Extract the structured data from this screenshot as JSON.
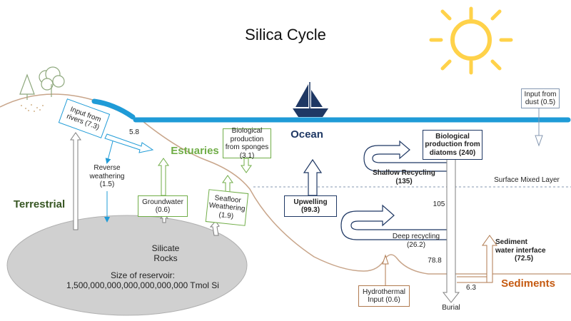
{
  "title": "Silica Cycle",
  "colors": {
    "ocean": "#1f9bd7",
    "navy": "#1f3864",
    "green": "#70ad47",
    "dark_green": "#375623",
    "brown": "#c55a11",
    "tan": "#b07a4f",
    "rock": "#d0d0d0",
    "sun": "#ffd24a"
  },
  "regions": {
    "terrestrial": "Terrestrial",
    "estuaries": "Estuaries",
    "ocean": "Ocean",
    "sediments": "Sediments",
    "surface_mixed_layer": "Surface Mixed Layer"
  },
  "rocks": {
    "name_line1": "Silicate",
    "name_line2": "Rocks",
    "reservoir_line1": "Size of reservoir:",
    "reservoir_line2": "1,500,000,000,000,000,000,000 Tmol Si"
  },
  "fluxes": {
    "input_rivers": "Input from rivers (7.3)",
    "reverse_weathering_line1": "Reverse",
    "reverse_weathering_line2": "weathering",
    "reverse_weathering_value": "(1.5)",
    "groundwater_line1": "Groundwater",
    "groundwater_value": "(0.6)",
    "seafloor_line1": "Seafloor",
    "seafloor_line2": "Weathering",
    "seafloor_value": "(1.9)",
    "sponges": "Biological production from sponges (3.1)",
    "upwelling_name": "Upwelling",
    "upwelling_value": "(99.3)",
    "diatoms": "Biological production from diatoms (240)",
    "shallow_recycling_name": "Shallow Recycling",
    "shallow_recycling_value": "(135)",
    "deep_recycling_name": "Deep recycling",
    "deep_recycling_value": "(26.2)",
    "dust_line1": "Input  from",
    "dust_line2": "dust (0.5)",
    "hydrothermal_line1": "Hydrothermal",
    "hydrothermal_line2": "Input (0.6)",
    "sediment_line1": "Sediment",
    "sediment_line2": "water interface",
    "sediment_value": "(72.5)",
    "val_5_8": "5.8",
    "val_105": "105",
    "val_78_8": "78.8",
    "val_6_3": "6.3",
    "burial": "Burial"
  },
  "icons": [
    "sun-icon",
    "sailboat-icon",
    "tree-icon"
  ]
}
